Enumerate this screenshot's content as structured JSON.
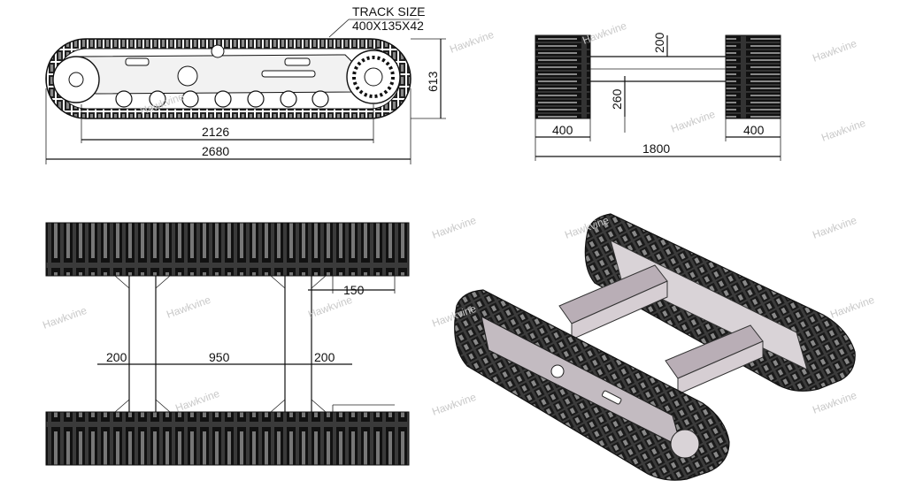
{
  "watermark": "Hawkvine",
  "side_view": {
    "track_size_title": "TRACK SIZE",
    "track_size_value": "400X135X42",
    "dim_height": "613",
    "dim_wheelbase": "2126",
    "dim_length": "2680"
  },
  "front_view": {
    "dim_clearance": "200",
    "dim_frame_height": "260",
    "dim_left_track": "400",
    "dim_right_track": "400",
    "dim_total_width": "1800"
  },
  "top_view": {
    "dim_offset": "150",
    "dim_beam_left": "200",
    "dim_beam_gap": "950",
    "dim_beam_right": "200"
  },
  "colors": {
    "line": "#111111",
    "track_dark": "#2b2b2b",
    "frame_grey": "#b8b0b6",
    "frame_light": "#d8d2d6"
  }
}
